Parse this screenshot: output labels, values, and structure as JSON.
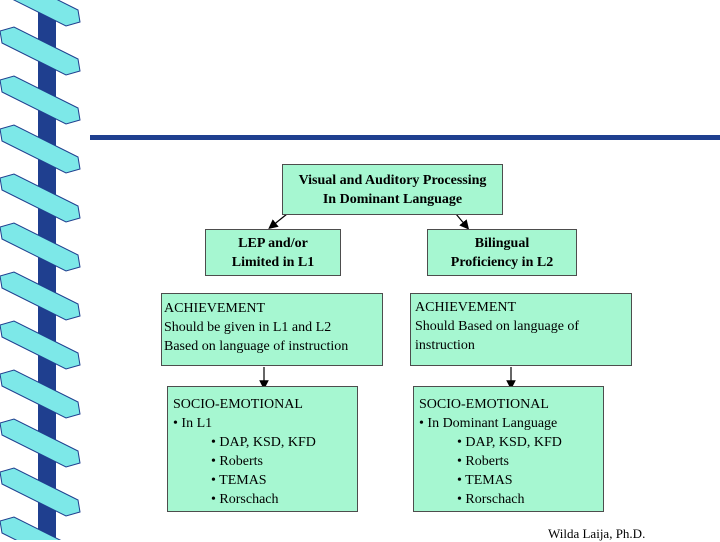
{
  "root": {
    "line1": "Visual and Auditory Processing",
    "line2": "In Dominant Language"
  },
  "left": {
    "header": {
      "line1": "LEP and/or",
      "line2": "Limited in L1"
    },
    "achievement": {
      "title": "ACHIEVEMENT",
      "line1": "Should be given in L1 and L2",
      "line2": "Based on language of instruction"
    },
    "socio": {
      "title": "SOCIO-EMOTIONAL",
      "subtitle": "• In L1",
      "items": [
        "• DAP, KSD, KFD",
        "• Roberts",
        "• TEMAS",
        "• Rorschach"
      ]
    }
  },
  "right": {
    "header": {
      "line1": "Bilingual",
      "line2": "Proficiency in L2"
    },
    "achievement": {
      "title": "ACHIEVEMENT",
      "line1": "Should Based on language of",
      "line2": "instruction"
    },
    "socio": {
      "title": "SOCIO-EMOTIONAL",
      "subtitle": "• In Dominant Language",
      "items": [
        "• DAP, KSD, KFD",
        "• Roberts",
        "• TEMAS",
        "• Rorschach"
      ]
    }
  },
  "credit": "Wilda Laija, Ph.D.",
  "colors": {
    "box_fill": "#a6f7d1",
    "spiral_dark": "#1f3f8f",
    "spiral_light": "#7de8e8"
  }
}
